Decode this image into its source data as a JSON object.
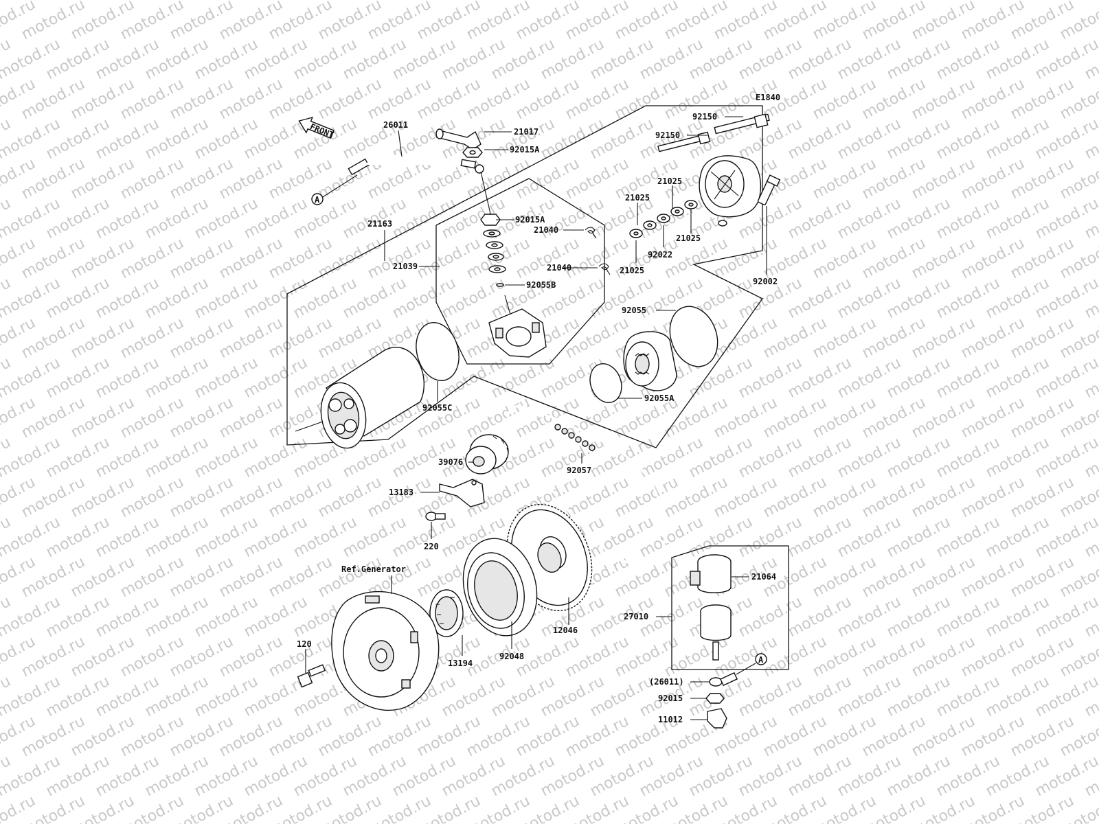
{
  "figure_code": "E1840",
  "front_label": "FRONT",
  "watermark_text": "motod.ru",
  "reference_marks": {
    "a_top": "A",
    "a_bottom": "A"
  },
  "callouts": {
    "c26011": "26011",
    "c21017": "21017",
    "c92015A_top": "92015A",
    "c92015A_mid": "92015A",
    "c21163": "21163",
    "c21040_top": "21040",
    "c21040_bot": "21040",
    "c21039": "21039",
    "c92055B": "92055B",
    "c92150_a": "92150",
    "c92150_b": "92150",
    "c21025_a": "21025",
    "c21025_b": "21025",
    "c21025_c": "21025",
    "c21025_d": "21025",
    "c92022": "92022",
    "c92002": "92002",
    "c92055": "92055",
    "c92055C": "92055C",
    "c92055A": "92055A",
    "c39076": "39076",
    "c92057": "92057",
    "c13183": "13183",
    "c220": "220",
    "c_ref_generator": "Ref.Generator",
    "c12046": "12046",
    "c92048": "92048",
    "c13194": "13194",
    "c120": "120",
    "c21064": "21064",
    "c27010": "27010",
    "c26011_paren": "(26011)",
    "c92015": "92015",
    "c11012": "11012"
  }
}
